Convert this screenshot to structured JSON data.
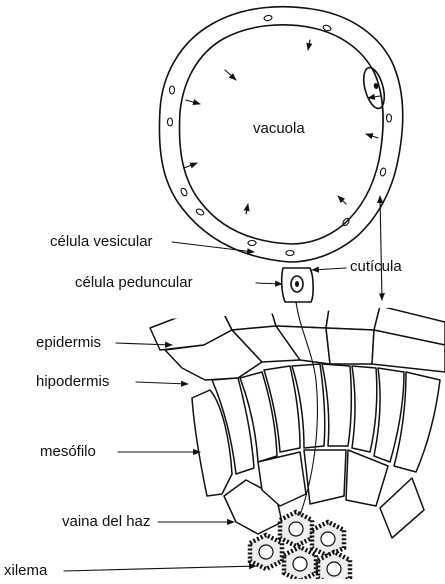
{
  "labels": {
    "vacuole": "vacuola",
    "vesicular_cell": "célula vesicular",
    "cuticle": "cutícula",
    "peduncular_cell": "célula peduncular",
    "epidermis": "epidermis",
    "hypodermis": "hipodermis",
    "mesophyll": "mesófilo",
    "bundle_sheath": "vaina del haz",
    "xylem": "xilema"
  }
}
